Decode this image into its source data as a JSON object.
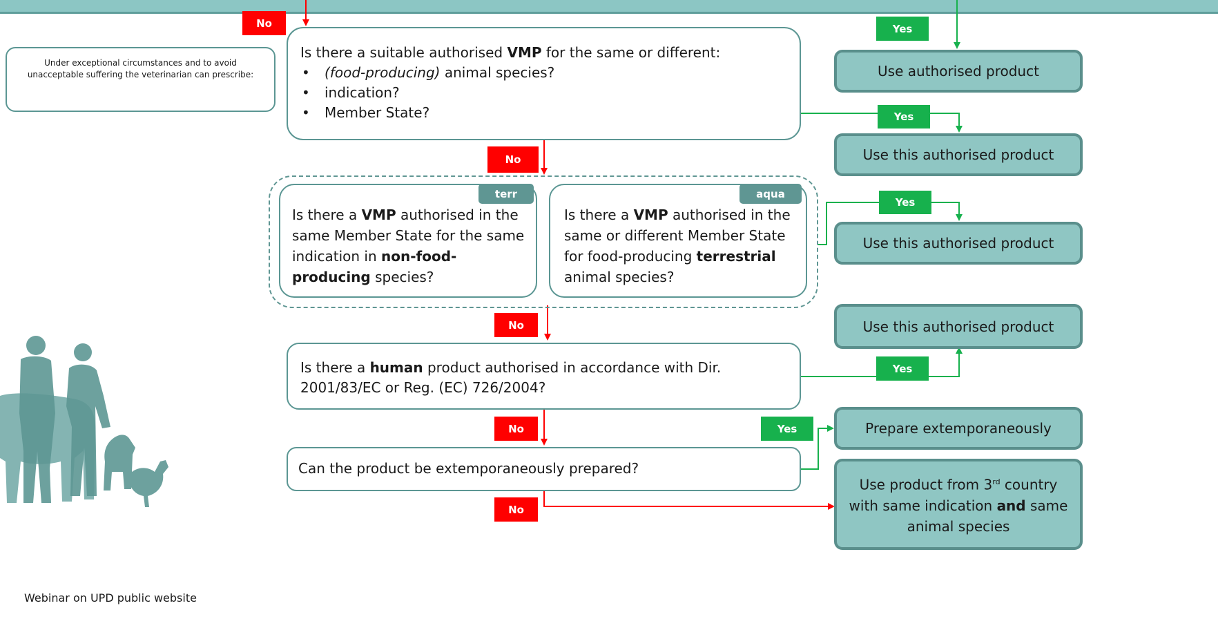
{
  "tags": {
    "no": "No",
    "yes": "Yes",
    "terr": "terr",
    "aqua": "aqua"
  },
  "note": "Under exceptional circumstances and to avoid unacceptable suffering the veterinarian can prescribe:",
  "q1": {
    "lead_a": "Is there a suitable authorised ",
    "lead_b": "VMP",
    "lead_c": " for the same or different:",
    "bullet1_a": "(food-producing)",
    "bullet1_b": " animal species?",
    "bullet2": "indication?",
    "bullet3": "Member State?"
  },
  "q2": {
    "a": "Is there a ",
    "b": "VMP",
    "c": " authorised in the same Member State for the same indication in ",
    "d": "non-food-producing",
    "e": " species?"
  },
  "q3": {
    "a": "Is there a ",
    "b": "VMP",
    "c": " authorised in the same or different Member State for food-producing ",
    "d": "terrestrial",
    "e": " animal species?"
  },
  "q4": {
    "a": "Is there a ",
    "b": "human",
    "c": " product authorised in accordance with Dir. 2001/83/EC or Reg. (EC) 726/2004?"
  },
  "q5": "Can the product be extemporaneously prepared?",
  "actions": {
    "a1": "Use authorised product",
    "a2": "Use this authorised product",
    "a3": "Use this authorised product",
    "a4": "Use this authorised product",
    "a5": "Prepare extemporaneously",
    "a6_a": "Use product from 3",
    "a6_sup": "rd",
    "a6_b": " country with same indication ",
    "a6_c": "and",
    "a6_d": " same animal species"
  },
  "footer": "Webinar on UPD public website",
  "colors": {
    "teal": "#8fc6c3",
    "teal_border": "#5a8f8c",
    "no": "#ff0000",
    "yes": "#17b14d"
  }
}
